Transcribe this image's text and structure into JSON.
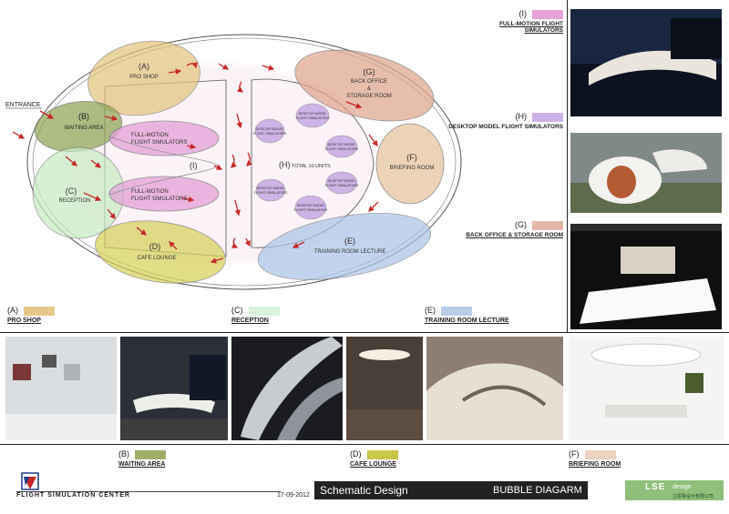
{
  "entrance_label": "ENTRANCE",
  "bubbles": {
    "pro_shop": {
      "code": "(A)",
      "name": "PRO SHOP"
    },
    "waiting": {
      "code": "(B)",
      "name": "WAITING AREA"
    },
    "reception": {
      "code": "(C)",
      "name": "RECEPTION"
    },
    "cafe": {
      "code": "(D)",
      "name": "CAFE LOUNGE"
    },
    "training": {
      "code": "(E)",
      "name": "TRAINING ROOM LECTURE"
    },
    "briefing": {
      "code": "(F)",
      "name": "BRIEFING ROOM"
    },
    "back_office": {
      "code": "(G)",
      "name1": "BACK OFFICE",
      "name2": "&",
      "name3": "STORAGE ROOM"
    },
    "desktop": {
      "code": "(H)",
      "name": "TOTAL 10 UNITS",
      "unit_line1": "DESKTOP MODEL",
      "unit_line2": "FLIGHT SIMULATORS"
    },
    "full_motion": {
      "code": "(I)",
      "line1": "FULL-MOTION",
      "line2": "FLIGHT SIMULATORS"
    }
  },
  "legend": {
    "a": {
      "code": "(A)",
      "label": "PRO SHOP",
      "color": "#e6c98a"
    },
    "c": {
      "code": "(C)",
      "label": "RECEPTION",
      "color": "#d9f2d9"
    },
    "e": {
      "code": "(E)",
      "label": "TRAINING ROOM LECTURE",
      "color": "#b8cde8"
    },
    "i": {
      "code": "(I)",
      "label": "FULL-MOTION FLIGHT SIMULATORS",
      "color": "#e8a3d6"
    },
    "h": {
      "code": "(H)",
      "label": "DESKTOP MODEL FLIGHT SIMULATORS",
      "color": "#cdb0e6"
    },
    "g": {
      "code": "(G)",
      "label": "BACK OFFICE & STORAGE ROOM",
      "color": "#e3b7a8"
    },
    "b": {
      "code": "(B)",
      "label": "WAITING AREA",
      "color": "#9fae6a"
    },
    "d": {
      "code": "(D)",
      "label": "CAFE LOUNGE",
      "color": "#c9c649"
    },
    "f": {
      "code": "(F)",
      "label": "BRIEFING ROOM",
      "color": "#ecd2bf"
    }
  },
  "footer": {
    "center_name": "FLIGHT SIMULATION CENTER",
    "date": "17-09-2012",
    "stage": "Schematic Design",
    "sheet": "BUBBLE DIAGARM",
    "firm_left": "LSE",
    "firm_right": "design",
    "firm_sub": "立思易设计有限公司"
  },
  "colors": {
    "pro_shop": "#e2c37a",
    "waiting": "#93a85a",
    "reception": "#c7ebc3",
    "cafe": "#d6cf55",
    "training": "#a9c3e6",
    "briefing": "#e8c9a6",
    "back_office": "#dfa791",
    "full_motion": "#e4a1d6",
    "desktop": "#c7a8e4",
    "arrow": "#c62828"
  }
}
